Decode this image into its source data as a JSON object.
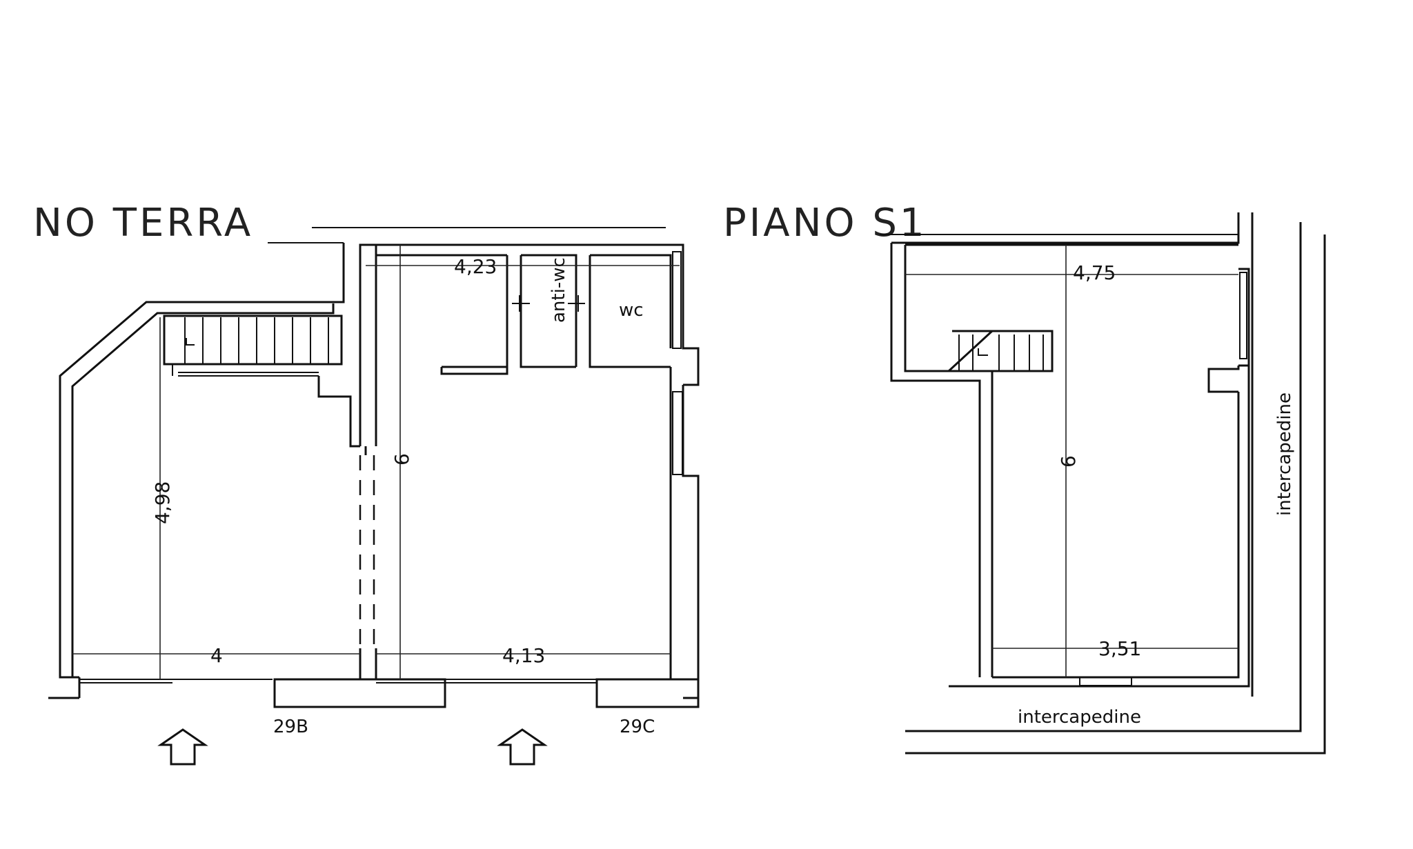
{
  "ground_floor": {
    "title": "NO TERRA",
    "dimensions": {
      "top_width": "4,23",
      "left_height": "4,98",
      "center_height": "6",
      "left_bottom_width": "4",
      "right_bottom_width": "4,13"
    },
    "rooms": {
      "antiwc": "anti-wc",
      "wc": "wc"
    },
    "entrances": {
      "left": "29B",
      "right": "29C"
    }
  },
  "basement": {
    "title": "PIANO S1",
    "dimensions": {
      "top_width": "4,75",
      "height": "6",
      "bottom_width": "3,51"
    },
    "labels": {
      "bottom_gap": "intercapedine",
      "right_gap": "intercapedine"
    }
  }
}
